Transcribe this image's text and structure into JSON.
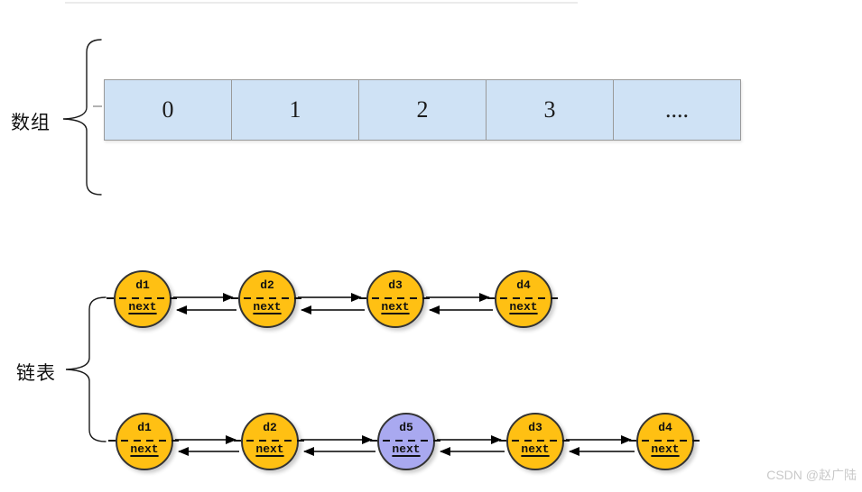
{
  "array_section": {
    "label": "数组",
    "cells": [
      "0",
      "1",
      "2",
      "3",
      "...."
    ]
  },
  "linked_list_section": {
    "label": "链表",
    "row1_nodes": [
      {
        "id": "d1",
        "field": "next"
      },
      {
        "id": "d2",
        "field": "next"
      },
      {
        "id": "d3",
        "field": "next"
      },
      {
        "id": "d4",
        "field": "next"
      }
    ],
    "row2_nodes": [
      {
        "id": "d1",
        "field": "next"
      },
      {
        "id": "d2",
        "field": "next"
      },
      {
        "id": "d5",
        "field": "next",
        "highlighted": true
      },
      {
        "id": "d3",
        "field": "next"
      },
      {
        "id": "d4",
        "field": "next"
      }
    ]
  },
  "watermark": {
    "text": "CSDN @赵广陆"
  },
  "colors": {
    "node_fill_orange": "#FFC013",
    "node_fill_purple": "#A9A9F0",
    "node_border": "#333333",
    "array_cell_fill": "#CFE2F5",
    "array_cell_border": "#9A9A9A",
    "arrow": "#000000",
    "brace": "#1A1A1A",
    "top_divider": "#EBEBEB",
    "watermark": "#C9C9C9"
  }
}
